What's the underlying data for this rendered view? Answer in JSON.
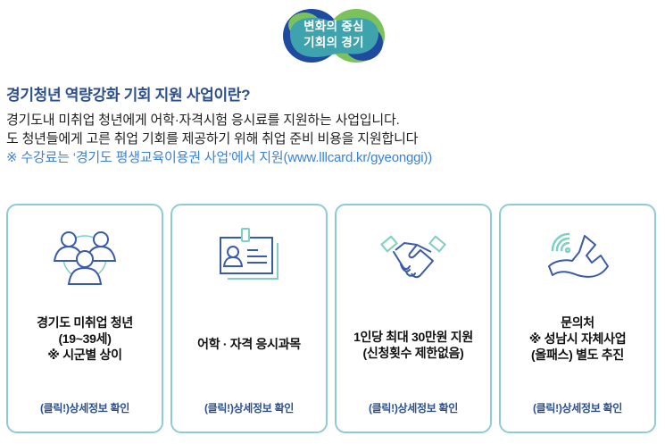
{
  "logo": {
    "line1": "변화의 중심",
    "line2": "기회의 경기",
    "colors": {
      "teal": "#3fa3ad",
      "navy": "#1e4aa0",
      "green": "#7cc25c"
    }
  },
  "heading": "경기청년 역량강화 기회 지원 사업이란?",
  "description": {
    "line1": "경기도내 미취업 청년에게 어학·자격시험 응시료를 지원하는 사업입니다.",
    "line2": "도 청년들에게 고른 취업 기회를 제공하기 위해 취업 준비 비용을 지원합니다",
    "note": "※ 수강료는 ‘경기도 평생교육이용권 사업’에서 지원(www.lllcard.kr/gyeonggi))"
  },
  "cards": [
    {
      "icon": "group-people-icon",
      "title_lines": [
        "경기도 미취업 청년",
        "(19~39세)",
        "※ 시군별 상이"
      ],
      "link": "(클릭!)상세정보 확인"
    },
    {
      "icon": "id-card-icon",
      "title_lines": [
        "어학 · 자격 응시과목"
      ],
      "link": "(클릭!)상세정보 확인"
    },
    {
      "icon": "handshake-icon",
      "title_lines": [
        "1인당 최대 30만원 지원",
        "(신청횟수 제한없음)"
      ],
      "link": "(클릭!)상세정보 확인"
    },
    {
      "icon": "phone-icon",
      "title_lines": [
        "문의처",
        "※ 성남시 자체사업",
        "(올패스) 별도 추진"
      ],
      "link": "(클릭!)상세정보 확인"
    }
  ],
  "colors": {
    "heading": "#2c4f8e",
    "note": "#3a82d8",
    "card_border": "#8fcbd6",
    "icon_navy": "#3a5ba8",
    "icon_teal": "#7fcfc4"
  }
}
